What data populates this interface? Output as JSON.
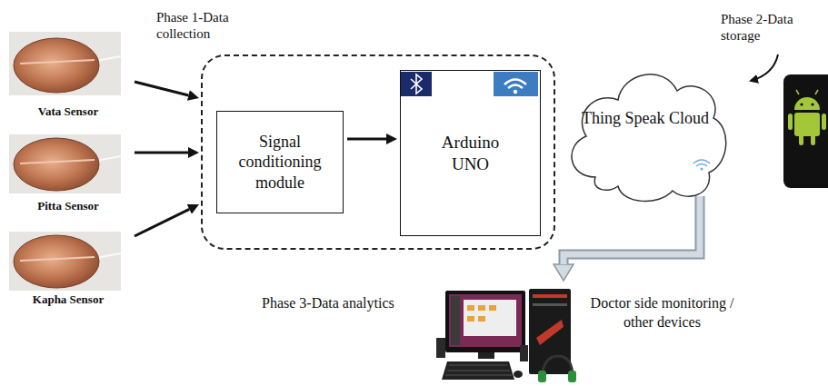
{
  "diagram": {
    "nodes": [
      {
        "text": [
          "Vata Sensor"
        ]
      },
      {
        "text": [
          "Pitta Sensor"
        ]
      },
      {
        "text": [
          "Kapha Sensor"
        ]
      },
      {
        "text": []
      },
      {
        "text": [
          "Signal conditioning module"
        ],
        "in": 3
      },
      {
        "text": [
          "Arduino UNO"
        ],
        "in": 3
      },
      {
        "text": [
          "Thing Speak Cloud"
        ]
      },
      {
        "text": [
          "Doctor side monitoring / other devices"
        ]
      }
    ],
    "edges": [
      {
        "from": 0,
        "to": 3,
        "arrow": "to"
      },
      {
        "from": 1,
        "to": 3,
        "arrow": "to"
      },
      {
        "from": 2,
        "to": 3,
        "arrow": "to"
      },
      {
        "from": 4,
        "to": 5,
        "arrow": "to"
      },
      {
        "from": 6,
        "to": 7,
        "arrow": "to"
      }
    ],
    "labels": [
      "Phase 1-Data collection",
      "Phase 2-Data storage",
      "Phase 3-Data analytics"
    ]
  }
}
